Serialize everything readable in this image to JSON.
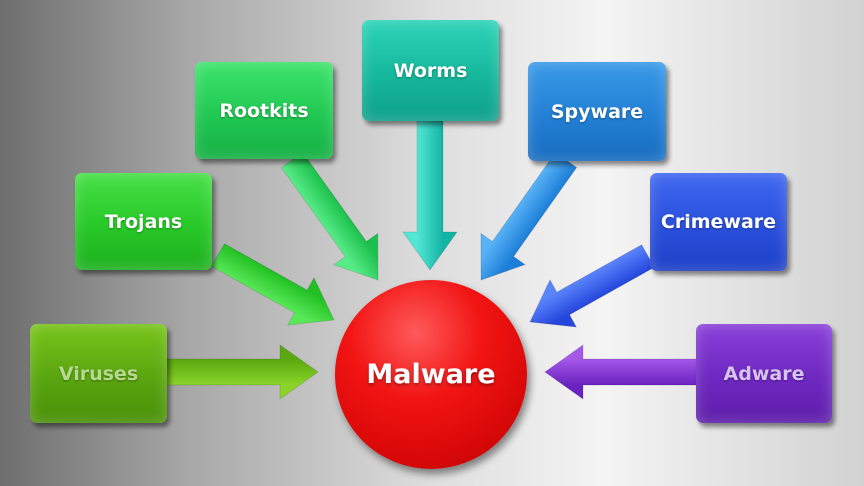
{
  "center": {
    "label": "Malware",
    "color": "#e00a0a"
  },
  "categories": [
    {
      "key": "viruses",
      "label": "Viruses",
      "color": "#5aa510"
    },
    {
      "key": "trojans",
      "label": "Trojans",
      "color": "#28c828"
    },
    {
      "key": "rootkits",
      "label": "Rootkits",
      "color": "#20c852"
    },
    {
      "key": "worms",
      "label": "Worms",
      "color": "#16b89c"
    },
    {
      "key": "spyware",
      "label": "Spyware",
      "color": "#2380d4"
    },
    {
      "key": "crimeware",
      "label": "Crimeware",
      "color": "#2a50dc"
    },
    {
      "key": "adware",
      "label": "Adware",
      "color": "#6e28c0"
    }
  ],
  "arrow_direction": "inward-to-center"
}
